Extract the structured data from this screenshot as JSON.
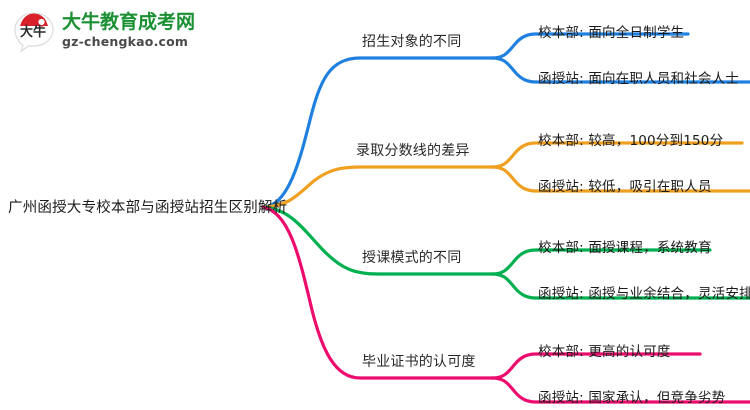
{
  "logo": {
    "mark_icon": "speech-bubble-daniu-icon",
    "mark_text": "大牛",
    "title": "大牛教育成考网",
    "url": "gz-chengkao.com",
    "title_color": "#1a9033",
    "mark_color": "#d9202a"
  },
  "mindmap": {
    "root": "广州函授大专校本部与函授站招生区别解析",
    "branches": [
      {
        "label": "招生对象的不同",
        "color": "#2080e0",
        "leaves": [
          "校本部: 面向全日制学生",
          "函授站: 面向在职人员和社会人士"
        ]
      },
      {
        "label": "录取分数线的差异",
        "color": "#f0a020",
        "leaves": [
          "校本部: 较高，100分到150分",
          "函授站: 较低，吸引在职人员"
        ]
      },
      {
        "label": "授课模式的不同",
        "color": "#00b050",
        "leaves": [
          "校本部: 面授课程，系统教育",
          "函授站: 函授与业余结合，灵活安排"
        ]
      },
      {
        "label": "毕业证书的认可度",
        "color": "#ec0c6e",
        "leaves": [
          "校本部: 更高的认可度",
          "函授站: 国家承认，但竞争劣势"
        ]
      }
    ]
  }
}
